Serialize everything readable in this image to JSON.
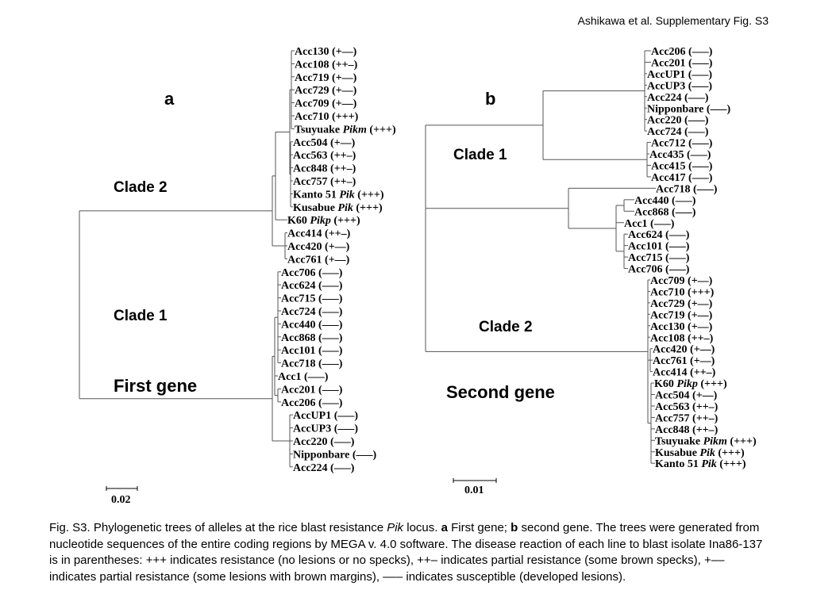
{
  "header": "Ashikawa et al. Supplementary Fig. S3",
  "panel_a": {
    "letter": "a",
    "title": "First gene",
    "clade_top": "Clade 2",
    "clade_bottom": "Clade 1",
    "scale": "0.02",
    "leaves": [
      {
        "pre": "Acc130",
        "it": "",
        "post": " (+––)"
      },
      {
        "pre": "Acc108",
        "it": "",
        "post": " (++–)"
      },
      {
        "pre": "Acc719",
        "it": "",
        "post": " (+––)"
      },
      {
        "pre": "Acc729",
        "it": "",
        "post": " (+––)"
      },
      {
        "pre": "Acc709",
        "it": "",
        "post": " (+––)"
      },
      {
        "pre": "Acc710",
        "it": "",
        "post": " (+++)"
      },
      {
        "pre": "Tsuyuake ",
        "it": "Pikm",
        "post": " (+++)"
      },
      {
        "pre": "Acc504",
        "it": "",
        "post": " (+––)"
      },
      {
        "pre": "Acc563",
        "it": "",
        "post": " (++–)"
      },
      {
        "pre": "Acc848",
        "it": "",
        "post": " (++–)"
      },
      {
        "pre": "Acc757",
        "it": "",
        "post": " (++–)"
      },
      {
        "pre": "Kanto 51 ",
        "it": "Pik",
        "post": " (+++)"
      },
      {
        "pre": "Kusabue ",
        "it": "Pik",
        "post": " (+++)"
      },
      {
        "pre": "K60 ",
        "it": "Pikp",
        "post": " (+++)"
      },
      {
        "pre": "Acc414",
        "it": "",
        "post": " (++–)"
      },
      {
        "pre": "Acc420",
        "it": "",
        "post": " (+––)"
      },
      {
        "pre": "Acc761",
        "it": "",
        "post": " (+––)"
      },
      {
        "pre": "Acc706",
        "it": "",
        "post": " (–––)"
      },
      {
        "pre": "Acc624",
        "it": "",
        "post": " (–––)"
      },
      {
        "pre": "Acc715",
        "it": "",
        "post": " (–––)"
      },
      {
        "pre": "Acc724",
        "it": "",
        "post": " (–––)"
      },
      {
        "pre": "Acc440",
        "it": "",
        "post": " (–––)"
      },
      {
        "pre": "Acc868",
        "it": "",
        "post": " (–––)"
      },
      {
        "pre": "Acc101",
        "it": "",
        "post": " (–––)"
      },
      {
        "pre": "Acc718",
        "it": "",
        "post": " (–––)"
      },
      {
        "pre": "Acc1",
        "it": "",
        "post": " (–––)"
      },
      {
        "pre": "Acc201",
        "it": "",
        "post": " (–––)"
      },
      {
        "pre": "Acc206",
        "it": "",
        "post": " (–––)"
      },
      {
        "pre": "AccUP1",
        "it": "",
        "post": " (–––)"
      },
      {
        "pre": "AccUP3",
        "it": "",
        "post": " (–––)"
      },
      {
        "pre": "Acc220",
        "it": "",
        "post": " (–––)"
      },
      {
        "pre": "Nipponbare",
        "it": "",
        "post": " (–––)"
      },
      {
        "pre": "Acc224",
        "it": "",
        "post": " (–––)"
      }
    ]
  },
  "panel_b": {
    "letter": "b",
    "title": "Second gene",
    "clade_top": "Clade 1",
    "clade_bottom": "Clade 2",
    "scale": "0.01",
    "leaves": [
      {
        "pre": "Acc206",
        "it": "",
        "post": " (–––)"
      },
      {
        "pre": "Acc201",
        "it": "",
        "post": " (–––)"
      },
      {
        "pre": "AccUP1",
        "it": "",
        "post": " (–––)"
      },
      {
        "pre": "AccUP3",
        "it": "",
        "post": " (–––)"
      },
      {
        "pre": "Acc224",
        "it": "",
        "post": " (–––)"
      },
      {
        "pre": "Nipponbare",
        "it": "",
        "post": " (–––)"
      },
      {
        "pre": "Acc220",
        "it": "",
        "post": " (–––)"
      },
      {
        "pre": "Acc724",
        "it": "",
        "post": " (–––)"
      },
      {
        "pre": "Acc712",
        "it": "",
        "post": " (–––)"
      },
      {
        "pre": "Acc435",
        "it": "",
        "post": " (–––)"
      },
      {
        "pre": "Acc415",
        "it": "",
        "post": " (–––)"
      },
      {
        "pre": "Acc417",
        "it": "",
        "post": " (–––)"
      },
      {
        "pre": "Acc718",
        "it": "",
        "post": " (–––)"
      },
      {
        "pre": "Acc440",
        "it": "",
        "post": " (–––)"
      },
      {
        "pre": "Acc868",
        "it": "",
        "post": " (–––)"
      },
      {
        "pre": "Acc1",
        "it": "",
        "post": " (–––)"
      },
      {
        "pre": "Acc624",
        "it": "",
        "post": " (–––)"
      },
      {
        "pre": "Acc101",
        "it": "",
        "post": " (–––)"
      },
      {
        "pre": "Acc715",
        "it": "",
        "post": " (–––)"
      },
      {
        "pre": "Acc706",
        "it": "",
        "post": " (–––)"
      },
      {
        "pre": "Acc709",
        "it": "",
        "post": " (+––)"
      },
      {
        "pre": "Acc710",
        "it": "",
        "post": " (+++)"
      },
      {
        "pre": "Acc729",
        "it": "",
        "post": " (+––)"
      },
      {
        "pre": "Acc719",
        "it": "",
        "post": " (+––)"
      },
      {
        "pre": "Acc130",
        "it": "",
        "post": " (+––)"
      },
      {
        "pre": "Acc108",
        "it": "",
        "post": " (++–)"
      },
      {
        "pre": "Acc420",
        "it": "",
        "post": " (+––)"
      },
      {
        "pre": "Acc761",
        "it": "",
        "post": " (+––)"
      },
      {
        "pre": "Acc414",
        "it": "",
        "post": " (++–)"
      },
      {
        "pre": "K60 ",
        "it": "Pikp",
        "post": " (+++)"
      },
      {
        "pre": "Acc504",
        "it": "",
        "post": " (+––)"
      },
      {
        "pre": "Acc563",
        "it": "",
        "post": " (++–)"
      },
      {
        "pre": "Acc757",
        "it": "",
        "post": " (++–)"
      },
      {
        "pre": "Acc848",
        "it": "",
        "post": " (++–)"
      },
      {
        "pre": "Tsuyuake ",
        "it": "Pikm",
        "post": " (+++)"
      },
      {
        "pre": "Kusabue ",
        "it": "Pik",
        "post": " (+++)"
      },
      {
        "pre": "Kanto 51 ",
        "it": "Pik",
        "post": " (+++)"
      }
    ]
  },
  "caption": {
    "lead": "Fig. S3. Phylogenetic trees of alleles at the rice blast resistance ",
    "locus": "Pik",
    "mid1": " locus. ",
    "a": "a",
    "mid2": " First gene; ",
    "b": "b",
    "rest": " second gene. The trees were generated from nucleotide sequences of the entire coding regions by MEGA v. 4.0 software. The disease reaction of each line to blast isolate Ina86-137 is in parentheses: +++ indicates resistance (no lesions or no specks), ++– indicates partial resistance (some brown specks), +–– indicates partial resistance (some lesions with brown margins), ––– indicates susceptible (developed lesions)."
  }
}
